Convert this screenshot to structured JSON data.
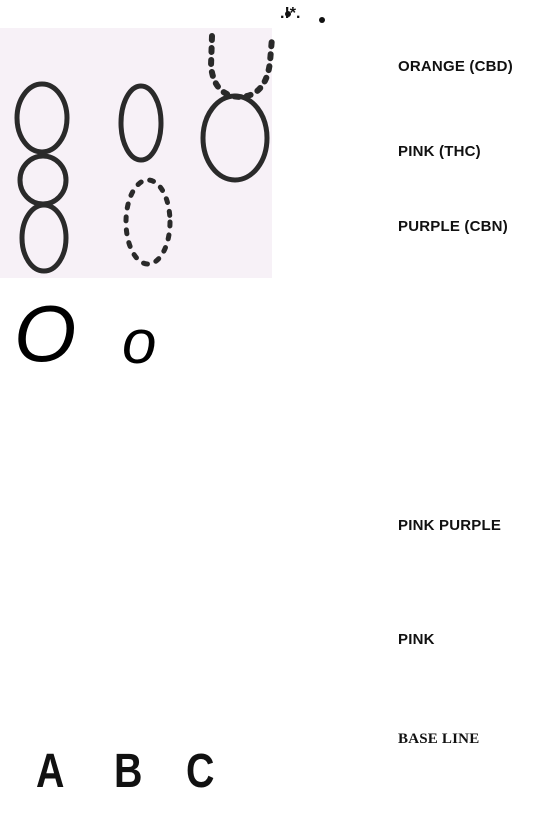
{
  "bands_top": [
    {
      "label": "ORANGE (CBD)"
    },
    {
      "label": "PINK (THC)"
    },
    {
      "label": "PURPLE (CBN)"
    }
  ],
  "bands_bottom": [
    {
      "label": "PINK PURPLE"
    },
    {
      "label": "PINK"
    },
    {
      "label": "BASE LINE"
    }
  ],
  "lanes": [
    "A",
    "B",
    "C"
  ],
  "mark": ".!*.",
  "circle_marks": [
    "O",
    "o"
  ],
  "colors": {
    "plate": "#f7f1f7",
    "ink": "#222222",
    "text": "#111111"
  }
}
